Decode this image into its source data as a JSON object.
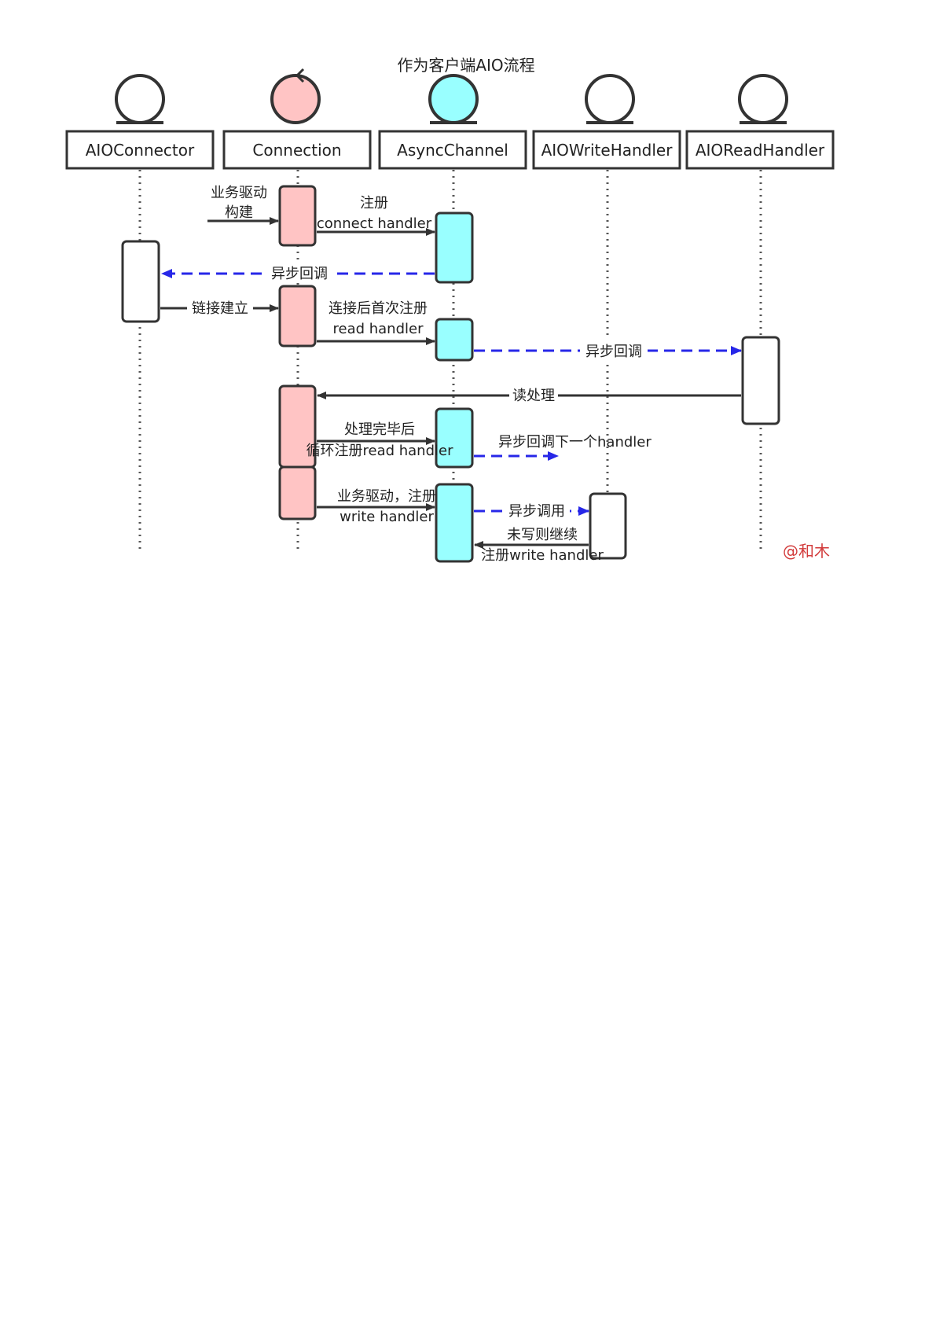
{
  "title": "作为客户端AIO流程",
  "watermark": "@和木",
  "colors": {
    "connection": "#ffc4c4",
    "async_channel": "#99ffff",
    "plain": "#ffffff",
    "async_arrow": "#2727e8",
    "sync_arrow": "#333333",
    "watermark": "#d23b3b"
  },
  "participants": [
    {
      "id": "aioconnector",
      "label": "AIOConnector",
      "icon": "circle-actor-icon"
    },
    {
      "id": "connection",
      "label": "Connection",
      "icon": "control-actor-icon"
    },
    {
      "id": "asyncchannel",
      "label": "AsyncChannel",
      "icon": "circle-actor-icon"
    },
    {
      "id": "aiowritehandler",
      "label": "AIOWriteHandler",
      "icon": "circle-actor-icon"
    },
    {
      "id": "aioreadhandler",
      "label": "AIOReadHandler",
      "icon": "circle-actor-icon"
    }
  ],
  "messages": [
    {
      "label": [
        "业务驱动",
        "构建"
      ]
    },
    {
      "label": [
        "注册",
        "connect handler"
      ]
    },
    {
      "label": [
        "异步回调"
      ]
    },
    {
      "label": [
        "链接建立"
      ]
    },
    {
      "label": [
        "连接后首次注册",
        "read handler"
      ]
    },
    {
      "label": [
        "异步回调"
      ]
    },
    {
      "label": [
        "读处理"
      ]
    },
    {
      "label": [
        "处理完毕后",
        "循环注册read handler"
      ]
    },
    {
      "label": [
        "异步回调下一个handler"
      ]
    },
    {
      "label": [
        "业务驱动，注册",
        "write handler"
      ]
    },
    {
      "label": [
        "异步调用"
      ]
    },
    {
      "label": [
        "未写则继续",
        "注册write handler"
      ]
    }
  ]
}
